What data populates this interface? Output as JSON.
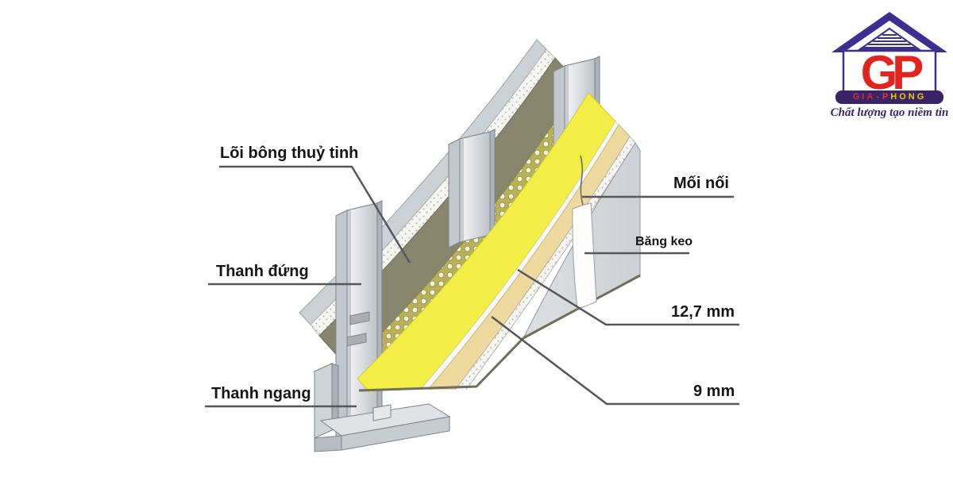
{
  "diagram": {
    "labels": {
      "glass_wool_core": "Lõi bông thuỷ tinh",
      "vertical_stud": "Thanh đứng",
      "horizontal_track": "Thanh ngang",
      "joint": "Mối nối",
      "tape": "Băng keo",
      "thickness_127": "12,7 mm",
      "thickness_9": "9 mm"
    },
    "colors": {
      "insulation_yellow": "#f3ee45",
      "cavity_olive": "#87866d",
      "board_tan": "#eeda9f",
      "board_gray": "#d6dadd",
      "metal_light": "#eef0f3",
      "leader_line": "#54585c"
    }
  },
  "logo": {
    "monogram": "GP",
    "company_part1": "GIA",
    "company_sep": "-",
    "company_part2_initial": "P",
    "company_part2_rest": "HONG",
    "tagline": "Chất lượng tạo niềm tin",
    "colors": {
      "roof_purple": "#3b2f8f",
      "monogram_red": "#e2241f",
      "banner_bg": "#3a2366",
      "banner_yellow": "#e5d000"
    }
  }
}
